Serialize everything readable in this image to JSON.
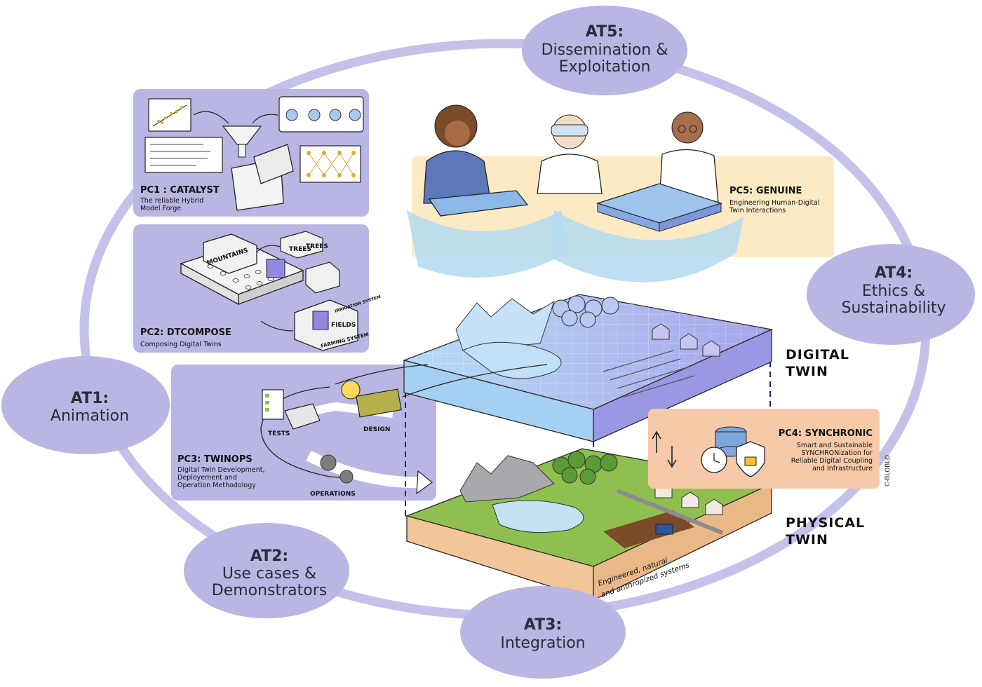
{
  "axes": [
    {
      "id": "at5",
      "code": "AT5:",
      "lines": [
        "Dissemination &",
        "Exploitation"
      ]
    },
    {
      "id": "at4",
      "code": "AT4:",
      "lines": [
        "Ethics &",
        "Sustainability"
      ]
    },
    {
      "id": "at1",
      "code": "AT1:",
      "lines": [
        "Animation"
      ]
    },
    {
      "id": "at2",
      "code": "AT2:",
      "lines": [
        "Use cases &",
        "Demonstrators"
      ]
    },
    {
      "id": "at3",
      "code": "AT3:",
      "lines": [
        "Integration"
      ]
    }
  ],
  "projects": {
    "pc1": {
      "title": "PC1 : CATALYST",
      "lines": [
        "The reliable Hybrid",
        "Model Forge"
      ]
    },
    "pc2": {
      "title": "PC2: DTCOMPOSE",
      "lines": [
        "Composing Digital Twins"
      ]
    },
    "pc3": {
      "title": "PC3: TWINOPS",
      "lines": [
        "Digital Twin Development,",
        "Deployement and",
        "Operation Methodology"
      ]
    },
    "pc4": {
      "title": "PC4: SYNCHRONIC",
      "lines": [
        "Smart and Sustainable",
        "SYNCHRONization for",
        "Reliable Digital Coupling",
        "and Infrastructure"
      ]
    },
    "pc5": {
      "title": "PC5: GENUINE",
      "lines": [
        "Engineering Human-Digital",
        "Twin Interactions"
      ]
    }
  },
  "pc2_blocks": {
    "mountains": "MOUNTAINS",
    "trees_a": "TREES",
    "trees_b": "TREES",
    "fields": "FIELDS",
    "farming": "FARMING SYSTEM",
    "irrigation": "IRRIGATION SYSTEM"
  },
  "pc3_steps": {
    "tests": "TESTS",
    "design": "DESIGN",
    "operations": "OPERATIONS"
  },
  "twins": {
    "digital": [
      "DIGITAL",
      "TWIN"
    ],
    "physical": [
      "PHYSICAL",
      "TWIN"
    ]
  },
  "physical_caption": [
    "Engineered, natural",
    "and anthropized systems"
  ],
  "signature": "C-BLOBLO",
  "colors": {
    "lavender": "#b9b6e3",
    "ring": "#c4c1ea",
    "peach": "#f6c9a8",
    "cream": "#fbeac3",
    "digital": "#aebcf0",
    "grass": "#8fbf4f",
    "soil": "#f1c79a"
  }
}
